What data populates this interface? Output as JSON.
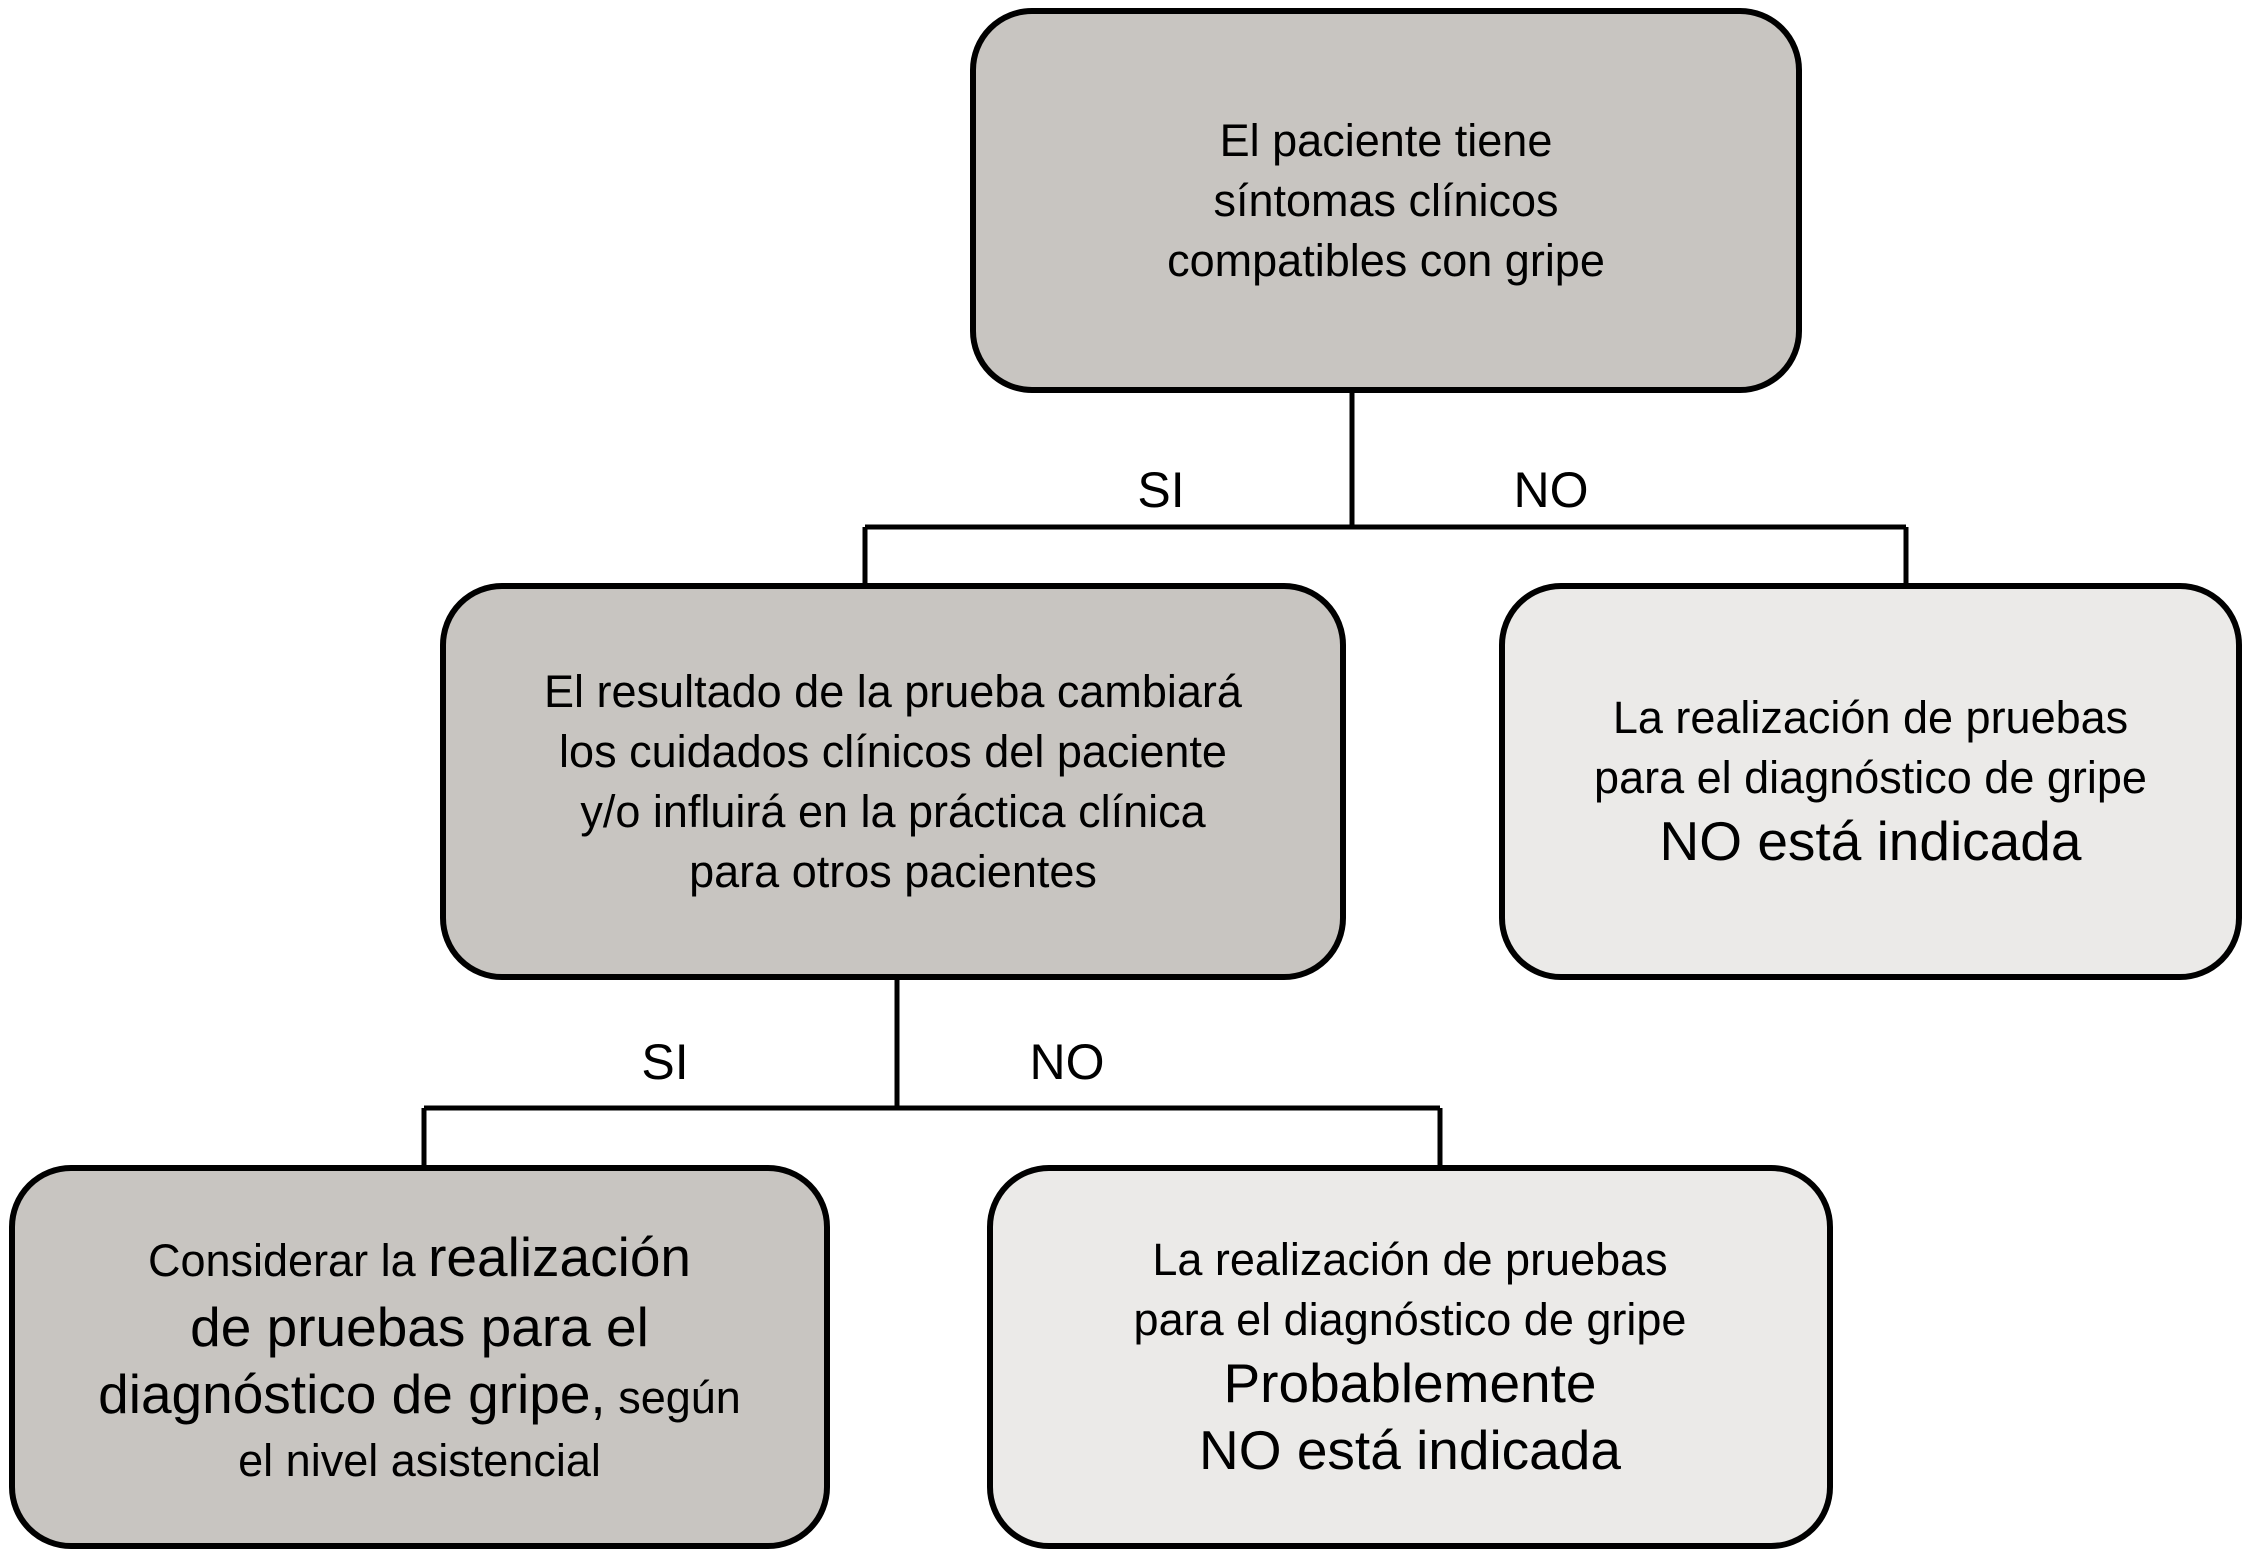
{
  "palette": {
    "canvas_background": "#ffffff",
    "node_fill_primary": "#c8c5c1",
    "node_fill_secondary": "#ebeae8",
    "node_border": "#000000",
    "connector_color": "#000000",
    "text_color": "#000000"
  },
  "nodes": {
    "symptoms": {
      "lines": [
        "El paciente tiene",
        "síntomas clínicos",
        "compatibles con gripe"
      ]
    },
    "result_changes_care": {
      "lines": [
        "El resultado de la prueba cambiará",
        "los cuidados clínicos del paciente",
        "y/o influirá en la práctica clínica",
        "para otros pacientes"
      ]
    },
    "not_indicated": {
      "lines": [
        "La realización de pruebas",
        "para el diagnóstico de gripe"
      ],
      "emphasis": "NO está indicada"
    },
    "consider_testing": {
      "line1_regular": "Considerar la ",
      "line1_emphasis": "realización",
      "line2_emphasis": "de pruebas para el",
      "line3_emphasis": "diagnóstico de gripe,",
      "line3_regular": " según",
      "line4_regular": "el nivel asistencial"
    },
    "probably_not_indicated": {
      "lines": [
        "La realización de pruebas",
        "para el diagnóstico de gripe"
      ],
      "emphasis_lines": [
        "Probablemente",
        "NO está indicada"
      ]
    }
  },
  "edge_labels": {
    "level1_yes": "SI",
    "level1_no": "NO",
    "level2_yes": "SI",
    "level2_no": "NO"
  }
}
